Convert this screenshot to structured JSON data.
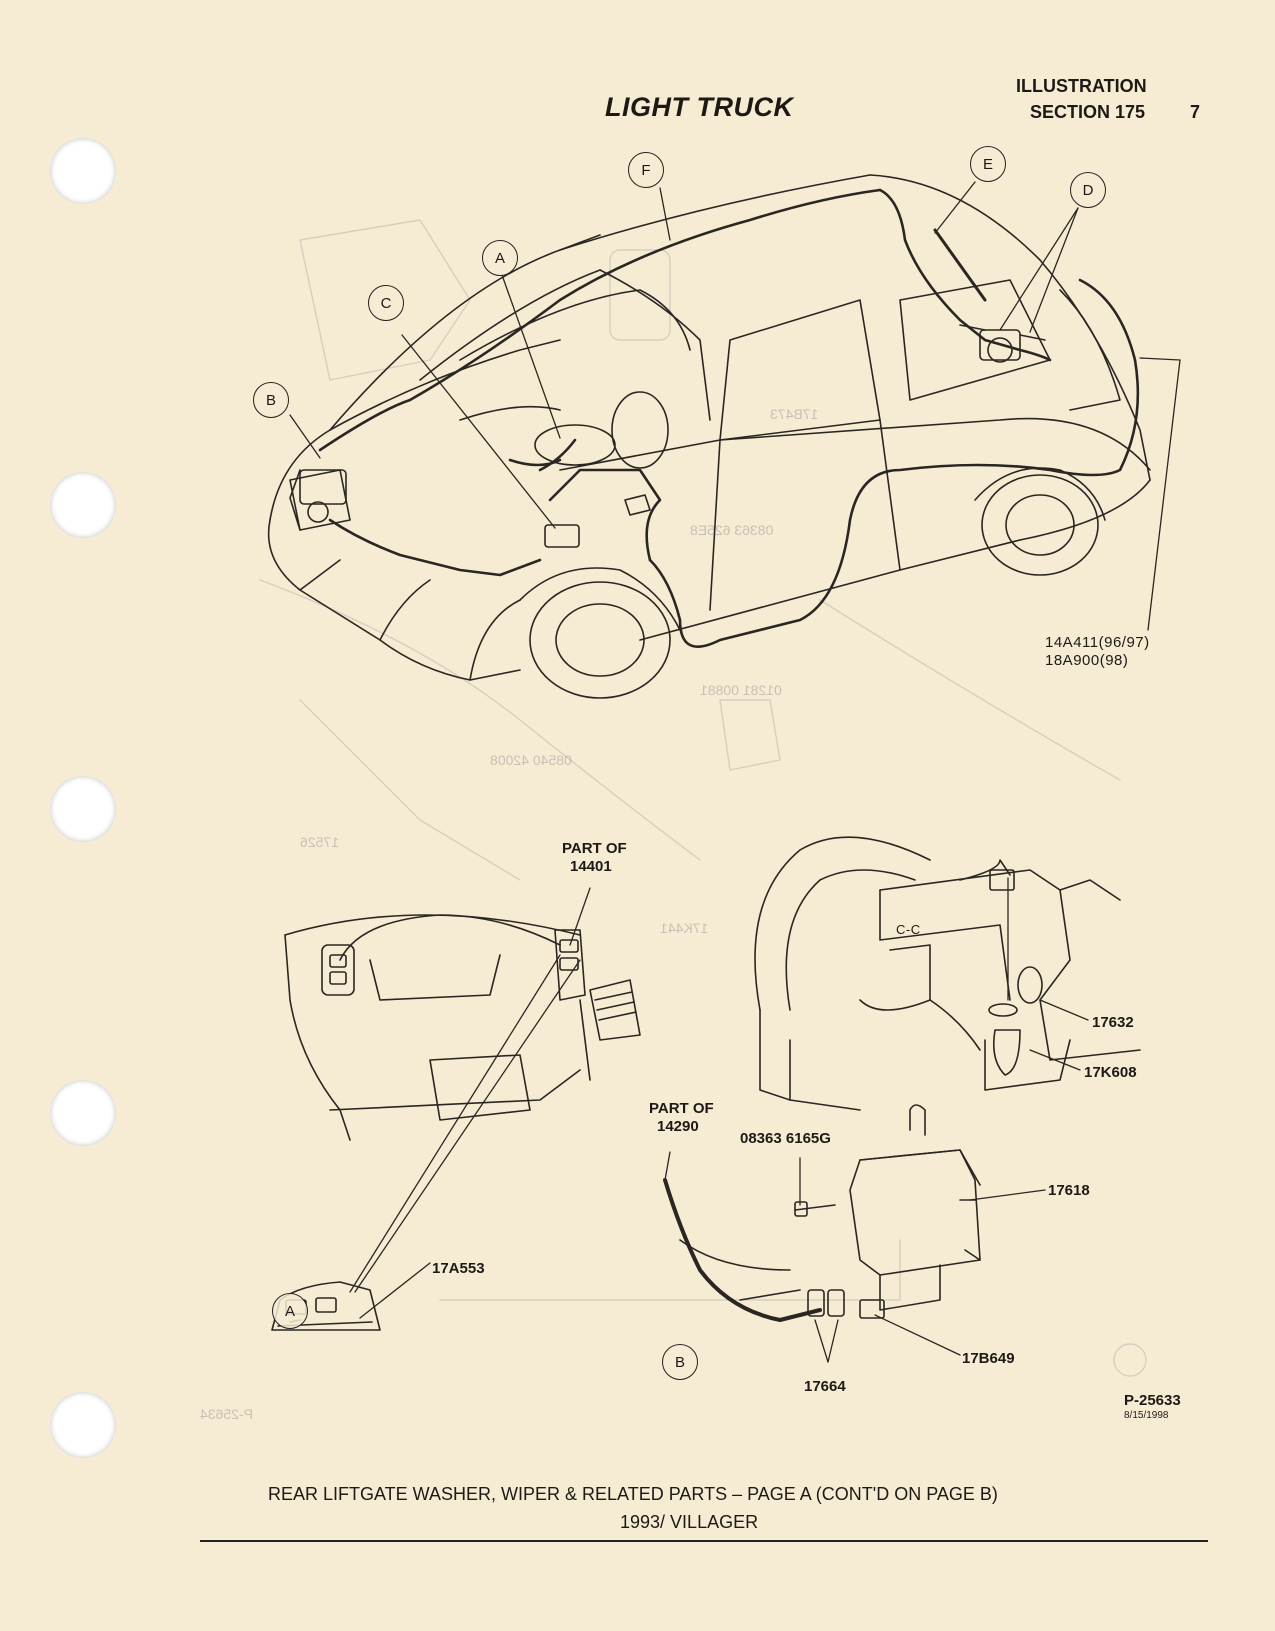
{
  "header": {
    "title": "LIGHT TRUCK",
    "illustration_label": "ILLUSTRATION",
    "section_label": "SECTION 175",
    "page_number": "7"
  },
  "callouts": {
    "A": "A",
    "B": "B",
    "C": "C",
    "D": "D",
    "E": "E",
    "F": "F",
    "detail_A": "A",
    "detail_B": "B"
  },
  "harness_parts": {
    "line1": "14A411(96/97)",
    "line2": "18A900(98)"
  },
  "detail_a": {
    "part_of_label": "PART OF",
    "part_of_number": "14401",
    "switch_part": "17A553"
  },
  "detail_b": {
    "part_of_label": "PART OF",
    "part_of_number": "14290",
    "bolt_part": "08363 6165G",
    "part_17632": "17632",
    "part_17k608": "17K608",
    "part_17618": "17618",
    "part_17b649": "17B649",
    "part_17664": "17664",
    "section_mark": "C-C"
  },
  "footer": {
    "ref_number": "P-25633",
    "ref_date": "8/15/1998",
    "caption_line1": "REAR LIFTGATE WASHER, WIPER & RELATED PARTS – PAGE A (CONT'D ON PAGE B)",
    "caption_line2": "1993/ VILLAGER"
  }
}
